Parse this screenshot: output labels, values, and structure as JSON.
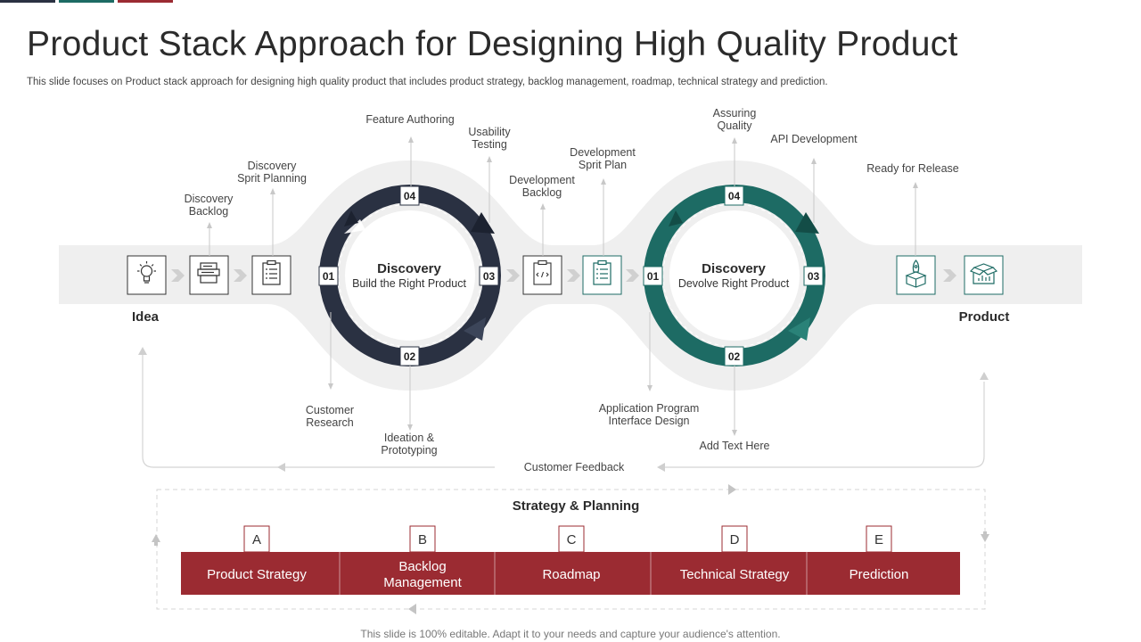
{
  "title": "Product Stack Approach for Designing High Quality Product",
  "subtitle": "This slide focuses on Product stack approach for designing high quality product that includes product strategy, backlog management, roadmap, technical strategy and prediction.",
  "footer": "This slide is 100% editable. Adapt it to your needs and capture your audience's attention.",
  "colors": {
    "navy": "#2a3142",
    "teal": "#1d6b64",
    "red": "#9b2b32",
    "band": "#efefef",
    "tick": "#cfcfcf"
  },
  "start_label": "Idea",
  "end_label": "Product",
  "cycles": [
    {
      "title": "Discovery",
      "subtitle": "Build the Right Product",
      "numbers": [
        "01",
        "02",
        "03",
        "04"
      ]
    },
    {
      "title": "Discovery",
      "subtitle": "Devolve  Right Product",
      "numbers": [
        "01",
        "02",
        "03",
        "04"
      ]
    }
  ],
  "labels": {
    "discovery_backlog": [
      "Discovery",
      "Backlog"
    ],
    "discovery_sprint_planning": [
      "Discovery",
      "Sprit Planning"
    ],
    "feature_authoring": [
      "Feature Authoring"
    ],
    "usability_testing": [
      "Usability",
      "Testing"
    ],
    "development_backlog": [
      "Development",
      "Backlog"
    ],
    "development_sprint_plan": [
      "Development",
      "Sprit Plan"
    ],
    "assuring_quality": [
      "Assuring",
      "Quality"
    ],
    "api_development": [
      "API Development"
    ],
    "ready_for_release": [
      "Ready for Release"
    ],
    "customer_research": [
      "Customer",
      "Research"
    ],
    "ideation_prototyping": [
      "Ideation &",
      "Prototyping"
    ],
    "application_program_interface_design": [
      "Application Program",
      "Interface  Design"
    ],
    "add_text_here": [
      "Add Text Here"
    ]
  },
  "feedback_label": "Customer Feedback",
  "strategy": {
    "title": "Strategy & Planning",
    "items": [
      {
        "letter": "A",
        "label": [
          "Product Strategy"
        ]
      },
      {
        "letter": "B",
        "label": [
          "Backlog",
          "Management"
        ]
      },
      {
        "letter": "C",
        "label": [
          "Roadmap"
        ]
      },
      {
        "letter": "D",
        "label": [
          "Technical Strategy"
        ]
      },
      {
        "letter": "E",
        "label": [
          "Prediction"
        ]
      }
    ]
  }
}
